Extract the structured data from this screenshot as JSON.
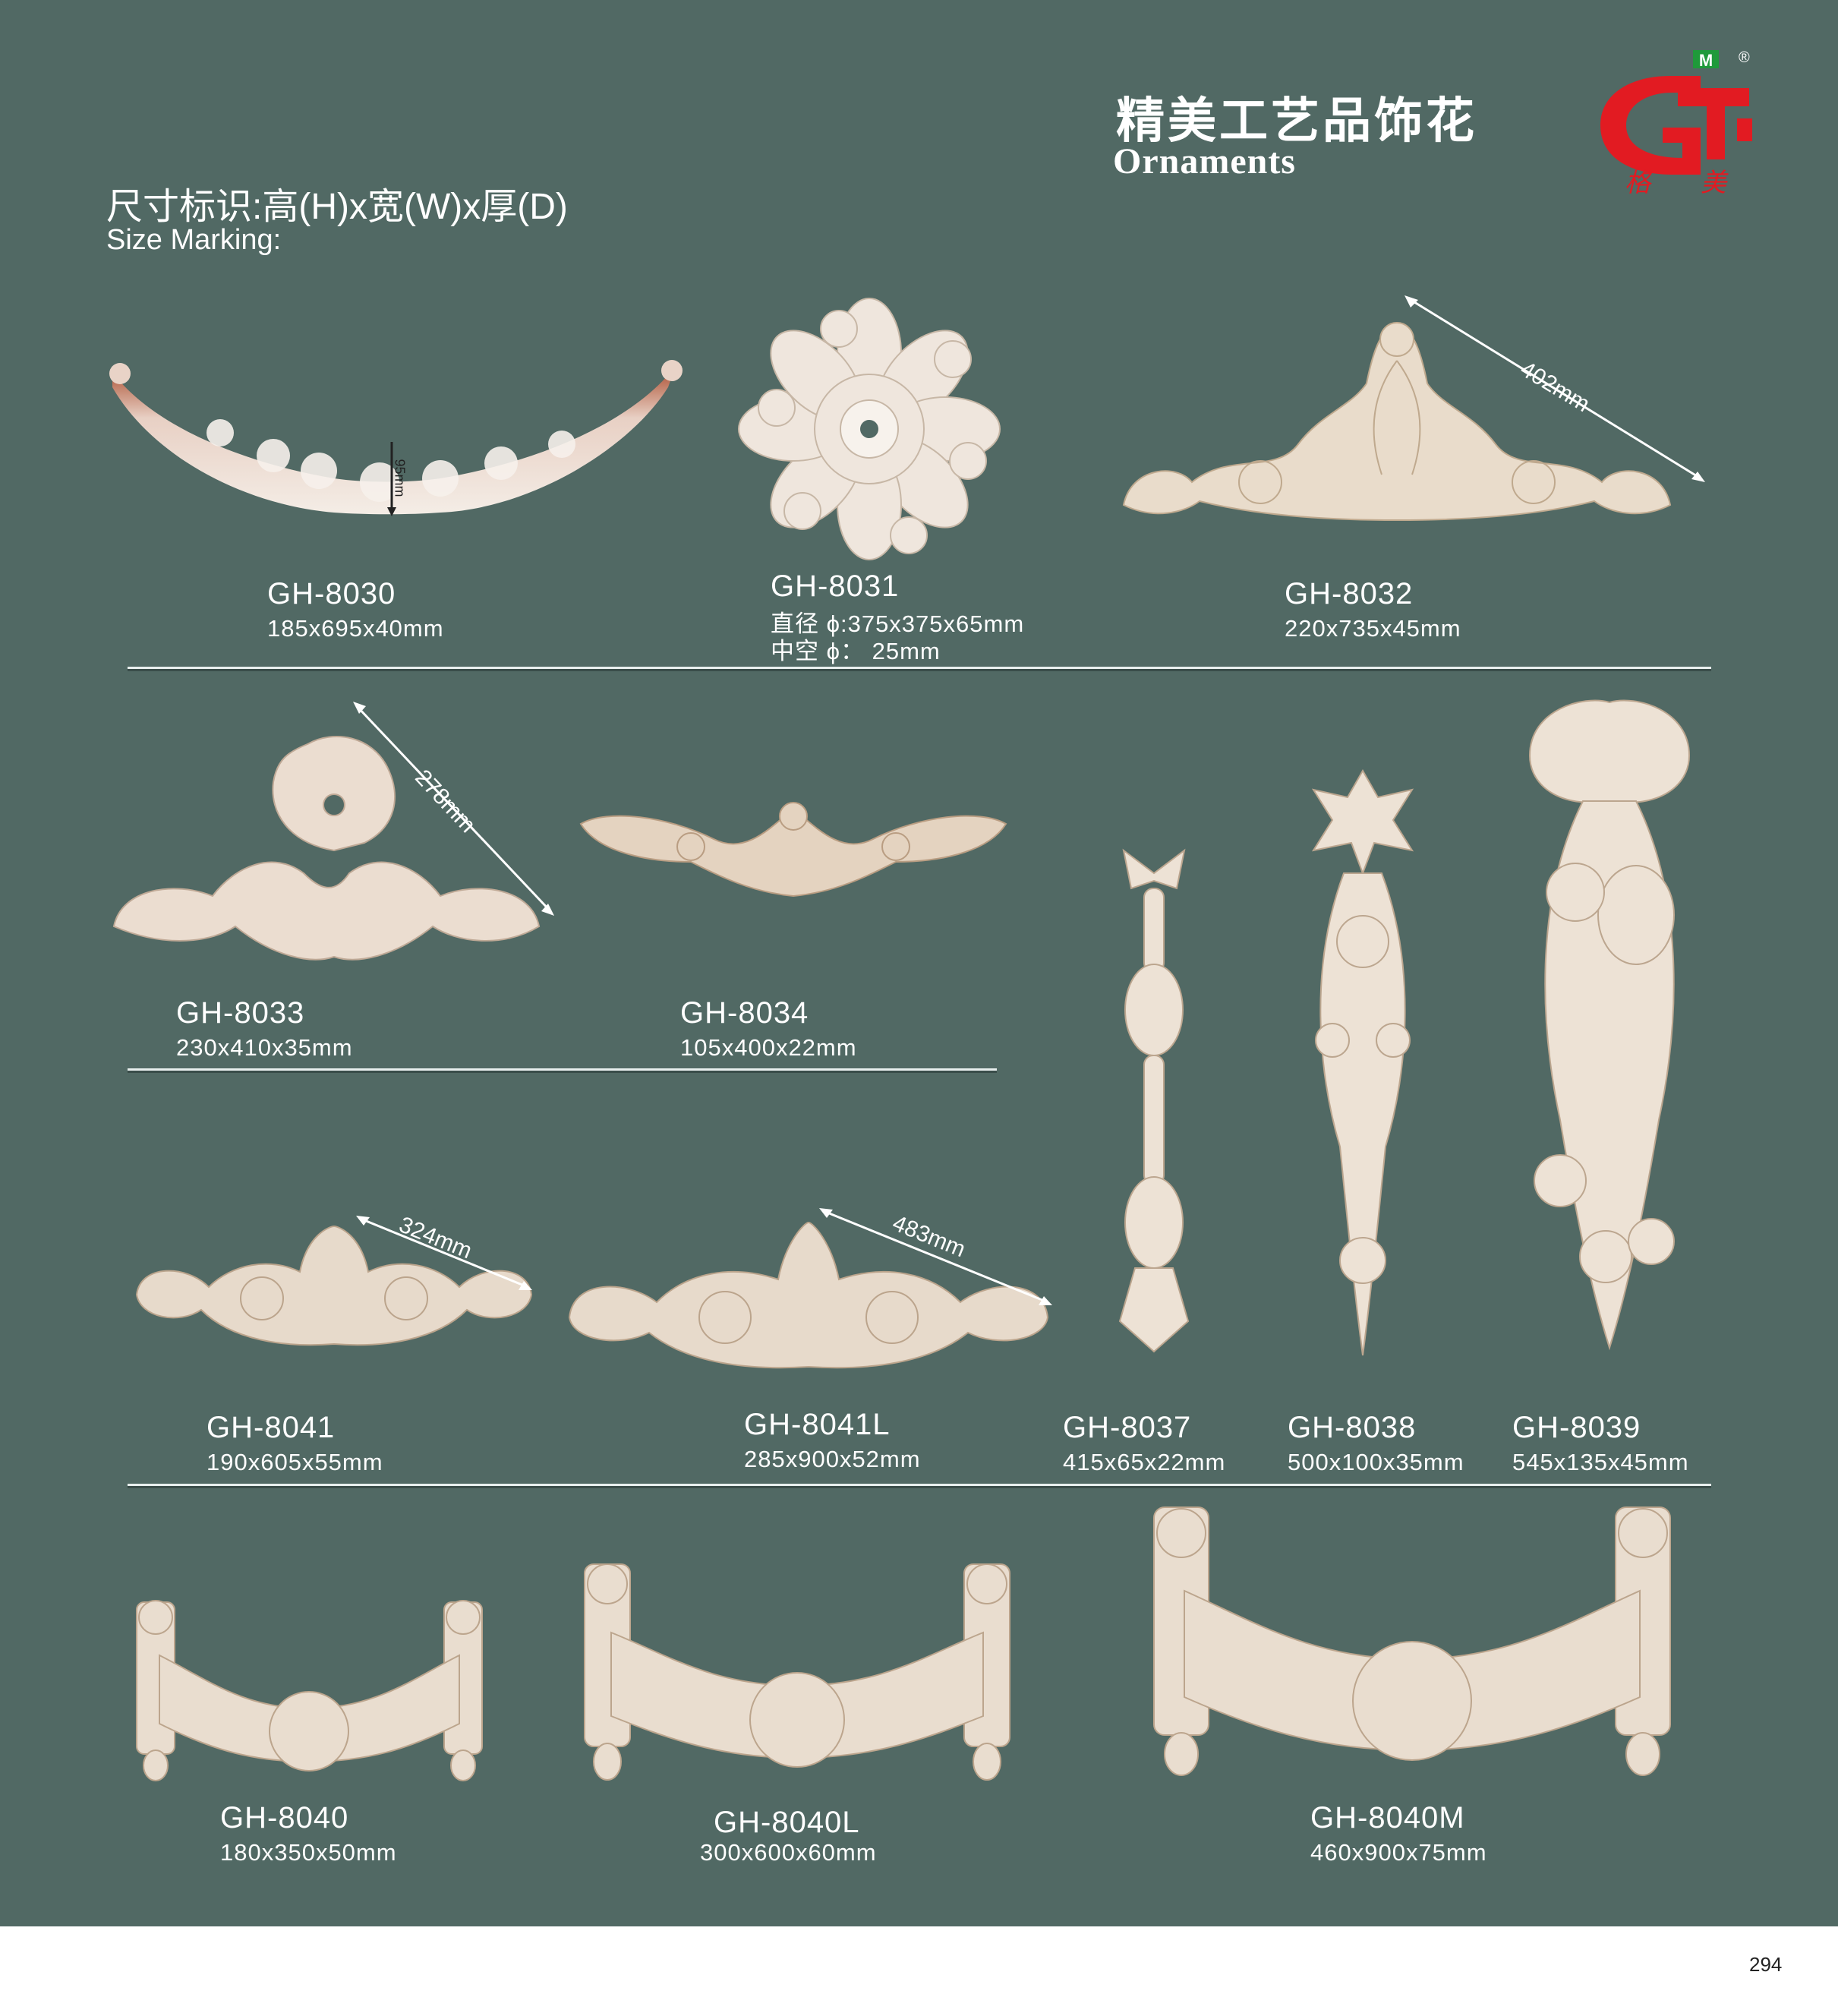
{
  "header": {
    "title_cn": "精美工艺品饰花",
    "title_en": "Ornaments",
    "size_marking_cn": "尺寸标识:高(H)x宽(W)x厚(D)",
    "size_marking_en": "Size Marking:",
    "logo": {
      "letters": "G",
      "top_mark": "M",
      "registered": "®",
      "brand_cn": "格 美",
      "colors": {
        "red": "#e21b22",
        "green": "#1f9a3a"
      }
    }
  },
  "colors": {
    "panel_bg": "#516964",
    "ornament": "#ece2d6",
    "text": "#ffffff",
    "page_bg": "#ffffff"
  },
  "products": [
    {
      "code": "GH-8030",
      "size": "185x695x40mm",
      "dimension_annotation": "95mm"
    },
    {
      "code": "GH-8031",
      "size_line1": "直径 ϕ:375x375x65mm",
      "size_line2": "中空 ϕ： 25mm"
    },
    {
      "code": "GH-8032",
      "size": "220x735x45mm",
      "dimension_annotation": "402mm"
    },
    {
      "code": "GH-8033",
      "size": "230x410x35mm",
      "dimension_annotation": "278mm"
    },
    {
      "code": "GH-8034",
      "size": "105x400x22mm"
    },
    {
      "code": "GH-8041",
      "size": "190x605x55mm",
      "dimension_annotation": "324mm"
    },
    {
      "code": "GH-8041L",
      "size": "285x900x52mm",
      "dimension_annotation": "483mm"
    },
    {
      "code": "GH-8037",
      "size": "415x65x22mm"
    },
    {
      "code": "GH-8038",
      "size": "500x100x35mm"
    },
    {
      "code": "GH-8039",
      "size": "545x135x45mm"
    },
    {
      "code": "GH-8040",
      "size": "180x350x50mm"
    },
    {
      "code": "GH-8040L",
      "size": "300x600x60mm"
    },
    {
      "code": "GH-8040M",
      "size": "460x900x75mm"
    }
  ],
  "footer": {
    "page_number": "294"
  }
}
